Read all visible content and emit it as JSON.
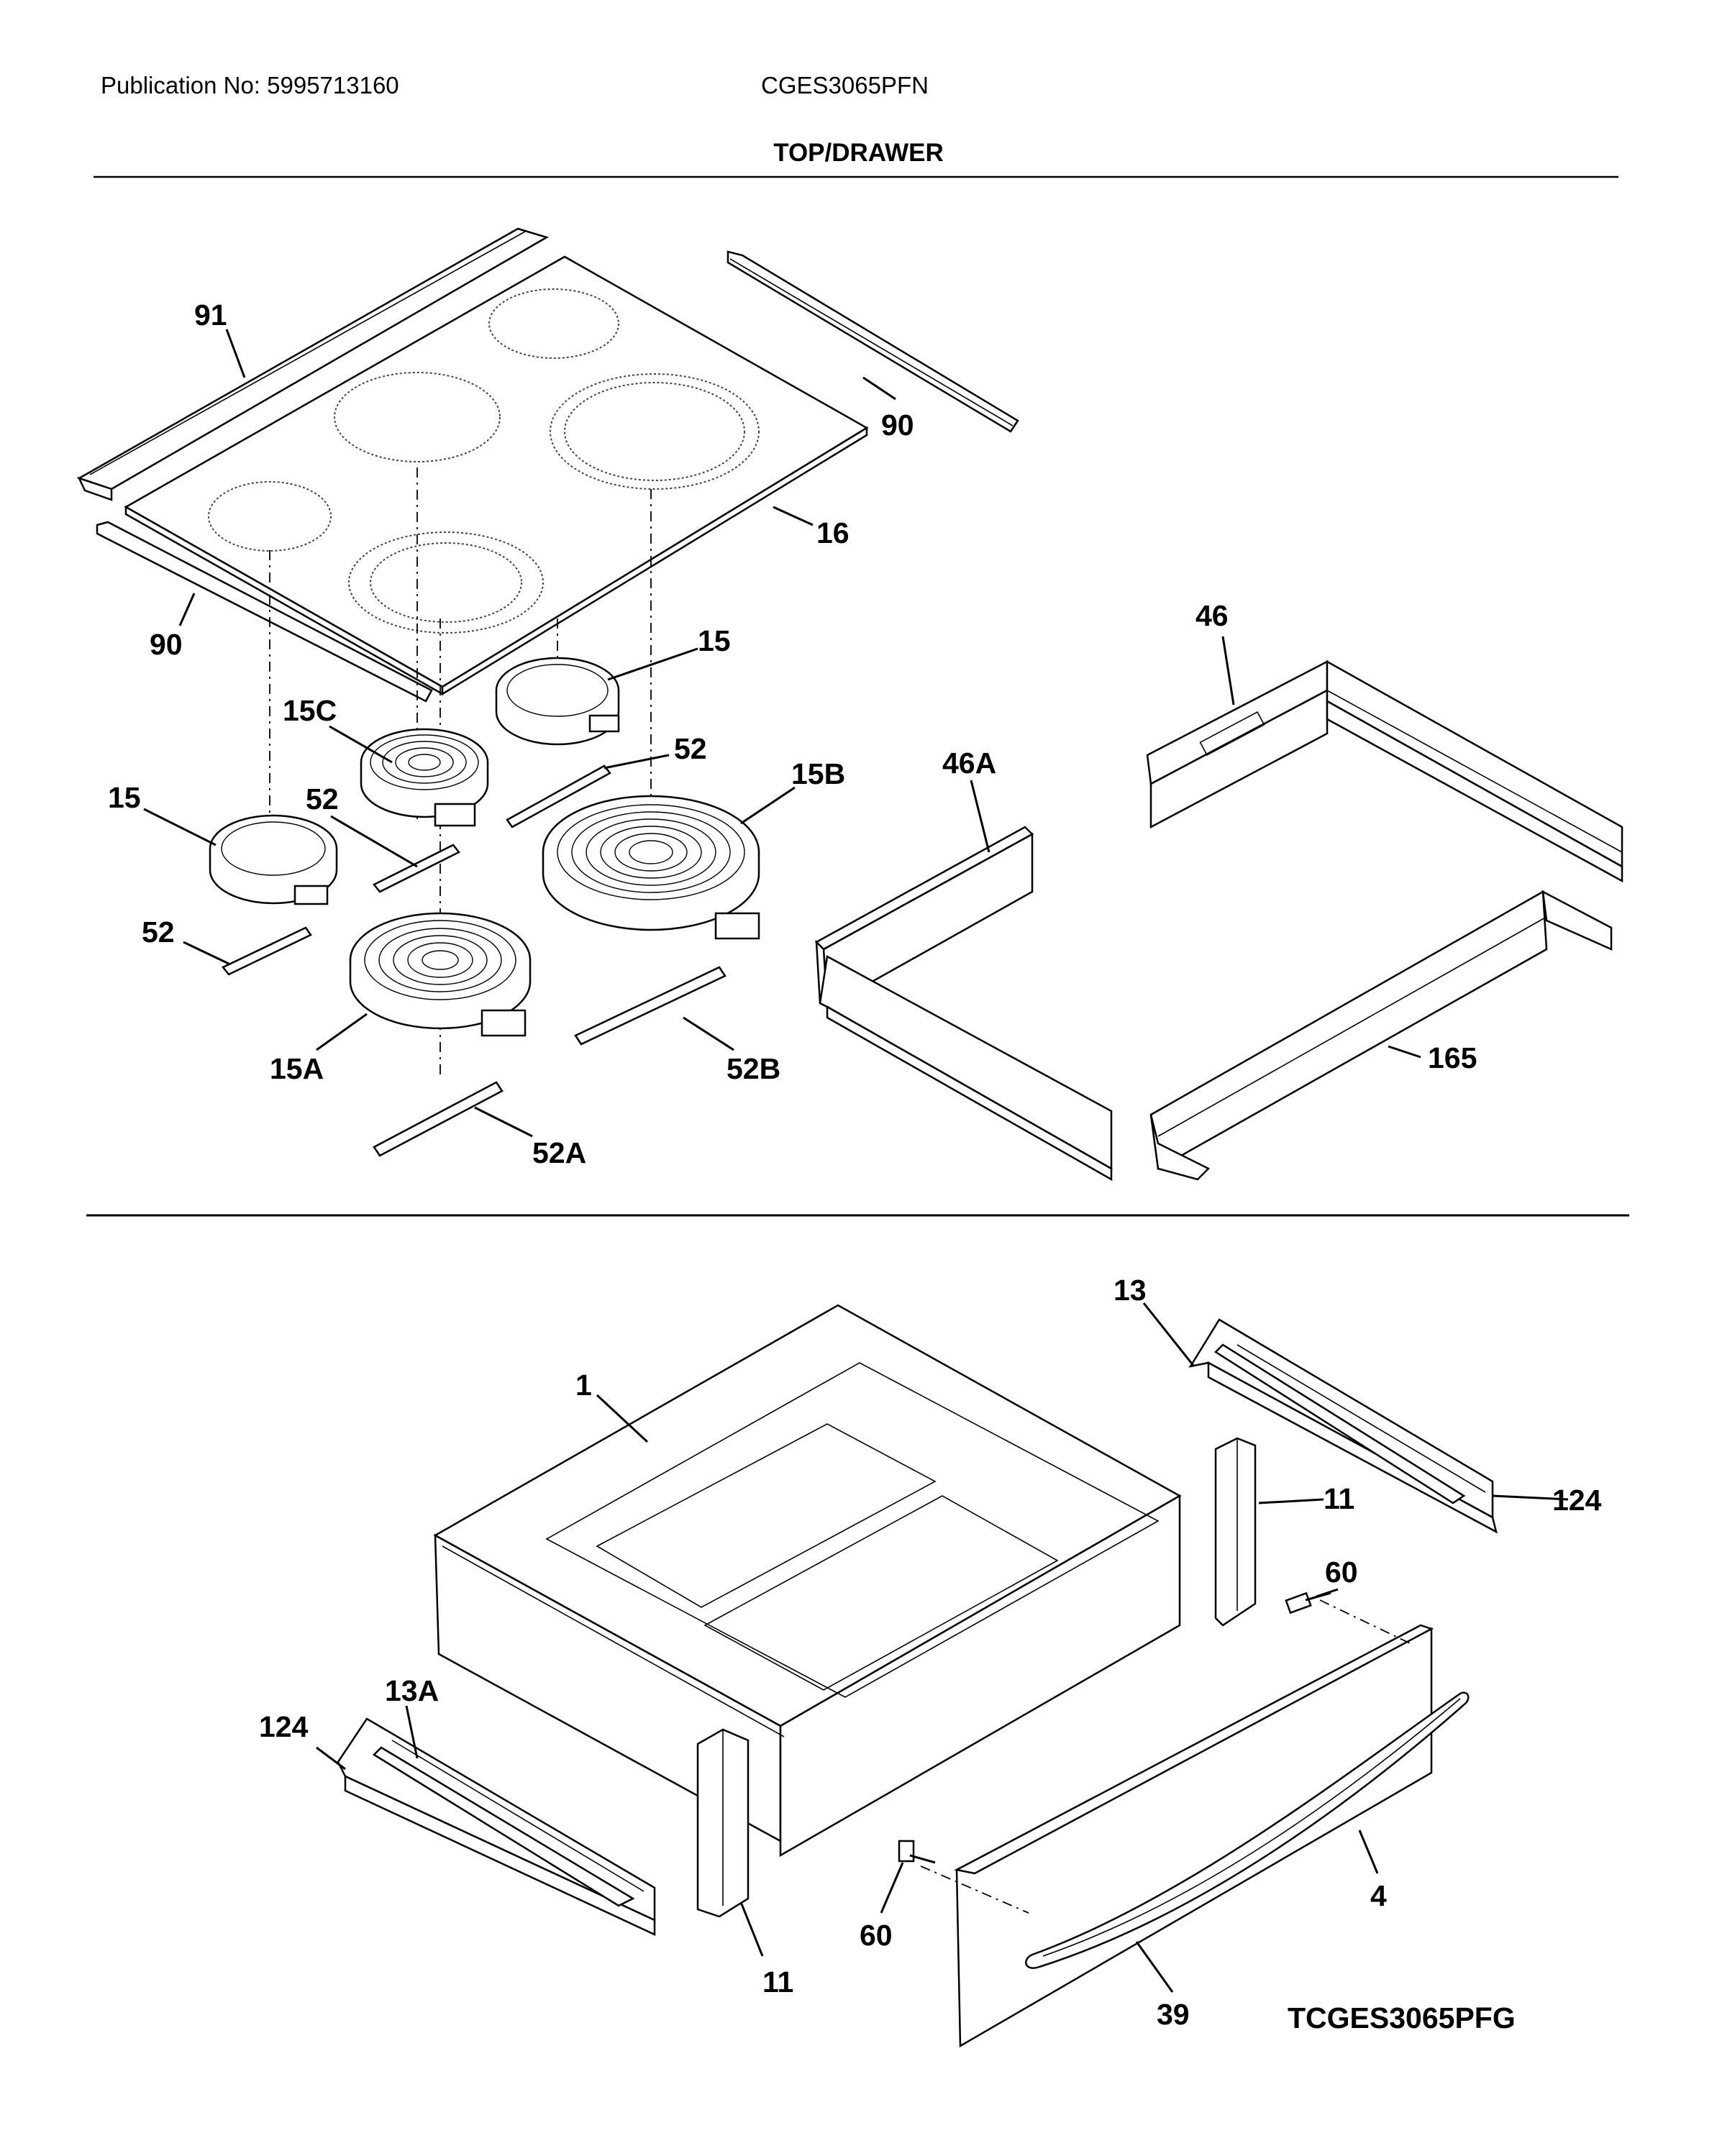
{
  "header": {
    "publication": "Publication No: 5995713160",
    "model": "CGES3065PFN",
    "section": "TOP/DRAWER"
  },
  "callouts": {
    "c91": "91",
    "c90a": "90",
    "c90b": "90",
    "c16": "16",
    "c15a": "15",
    "c15b": "15",
    "c15c": "15C",
    "c15B": "15B",
    "c15A": "15A",
    "c52a": "52",
    "c52b": "52",
    "c52c": "52",
    "c52B": "52B",
    "c52A": "52A",
    "c46": "46",
    "c46A": "46A",
    "c165": "165",
    "c1": "1",
    "c13": "13",
    "c13A": "13A",
    "c11a": "11",
    "c11b": "11",
    "c124a": "124",
    "c124b": "124",
    "c60a": "60",
    "c60b": "60",
    "c4": "4",
    "c39": "39"
  },
  "figure_code": "TCGES3065PFG"
}
